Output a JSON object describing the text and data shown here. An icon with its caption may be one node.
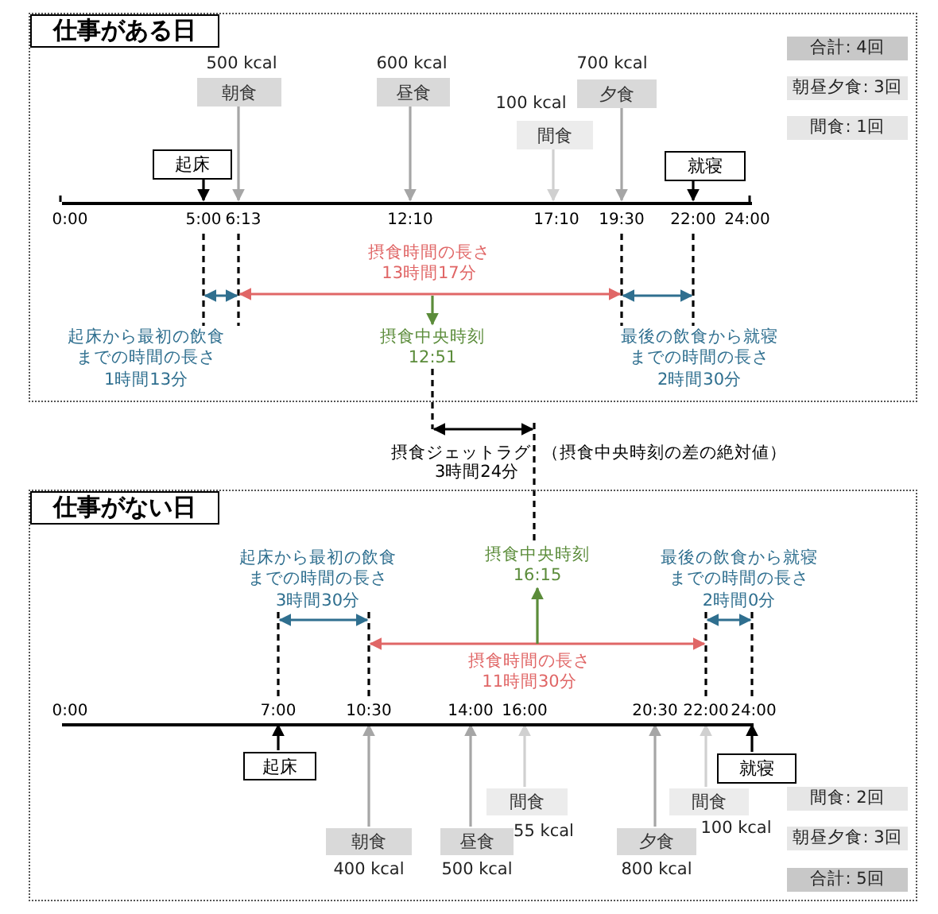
{
  "diagram": {
    "nodes": [
      {
        "text": [
          "仕事がある日"
        ]
      },
      {
        "text": [
          "朝食"
        ],
        "beside": [
          "500 kcal"
        ],
        "in": 0
      },
      {
        "text": [
          "昼食"
        ],
        "beside": [
          "600 kcal"
        ],
        "in": 0
      },
      {
        "text": [
          "間食"
        ],
        "beside": [
          "100 kcal"
        ],
        "in": 0
      },
      {
        "text": [
          "夕食"
        ],
        "beside": [
          "700 kcal"
        ],
        "in": 0
      },
      {
        "text": [
          "起床"
        ],
        "in": 0
      },
      {
        "text": [
          "就寝"
        ],
        "in": 0
      },
      {
        "text": [
          "合計: 4回"
        ],
        "in": 0
      },
      {
        "text": [
          "朝昼夕食: 3回"
        ],
        "in": 0
      },
      {
        "text": [
          "間食: 1回"
        ],
        "in": 0
      },
      {
        "text": [
          "仕事がない日"
        ]
      },
      {
        "text": [
          "起床"
        ],
        "in": 10
      },
      {
        "text": [
          "就寝"
        ],
        "in": 10
      },
      {
        "text": [
          "朝食"
        ],
        "beside": [
          "400 kcal"
        ],
        "in": 10
      },
      {
        "text": [
          "昼食"
        ],
        "beside": [
          "500 kcal"
        ],
        "in": 10
      },
      {
        "text": [
          "間食"
        ],
        "beside": [
          "55 kcal"
        ],
        "in": 10
      },
      {
        "text": [
          "夕食"
        ],
        "beside": [
          "800 kcal"
        ],
        "in": 10
      },
      {
        "text": [
          "間食"
        ],
        "beside": [
          "100 kcal"
        ],
        "in": 10
      },
      {
        "text": [
          "間食: 2回"
        ],
        "in": 10
      },
      {
        "text": [
          "朝昼夕食: 3回"
        ],
        "in": 10
      },
      {
        "text": [
          "合計: 5回"
        ],
        "in": 10
      },
      {
        "text": [],
        "shape": "line",
        "in": 0
      },
      {
        "text": [],
        "shape": "line",
        "in": 10
      }
    ],
    "edges": [
      {
        "from": 5,
        "to": 21,
        "arrow": "to",
        "color": "#000000"
      },
      {
        "from": 1,
        "to": 21,
        "arrow": "to"
      },
      {
        "from": 2,
        "to": 21,
        "arrow": "to"
      },
      {
        "from": 3,
        "to": 21,
        "arrow": "to",
        "color": "#d0d0d0"
      },
      {
        "from": 4,
        "to": 21,
        "arrow": "to"
      },
      {
        "from": 6,
        "to": 21,
        "arrow": "to",
        "color": "#000000"
      },
      {
        "from": 11,
        "to": 22,
        "arrow": "to",
        "color": "#000000"
      },
      {
        "from": 13,
        "to": 22,
        "arrow": "to"
      },
      {
        "from": 14,
        "to": 22,
        "arrow": "to"
      },
      {
        "from": 15,
        "to": 22,
        "arrow": "to",
        "color": "#d0d0d0"
      },
      {
        "from": 16,
        "to": 22,
        "arrow": "to"
      },
      {
        "from": 17,
        "to": 22,
        "arrow": "to",
        "color": "#d0d0d0"
      },
      {
        "from": 12,
        "to": 22,
        "arrow": "to",
        "color": "#000000"
      }
    ],
    "labels": [
      "0:00",
      "5:00",
      "6:13",
      "12:10",
      "17:10",
      "19:30",
      "22:00",
      "24:00",
      "摂食時間の長さ",
      "13時間17分",
      "起床から最初の飲食までの時間の長さ",
      "1時間13分",
      "摂食中央時刻",
      "12:51",
      "最後の飲食から就寝までの時間の長さ",
      "2時間30分",
      "摂食ジェットラグ",
      "3時間24分",
      "（摂食中央時刻の差の絶対値）",
      "起床から最初の飲食までの時間の長さ",
      "3時間30分",
      "摂食中央時刻",
      "16:15",
      "最後の飲食から就寝までの時間の長さ",
      "2時間0分",
      "摂食時間の長さ",
      "11時間30分",
      "0:00",
      "7:00",
      "10:30",
      "14:00",
      "16:00",
      "20:30",
      "22:00",
      "24:00"
    ]
  }
}
